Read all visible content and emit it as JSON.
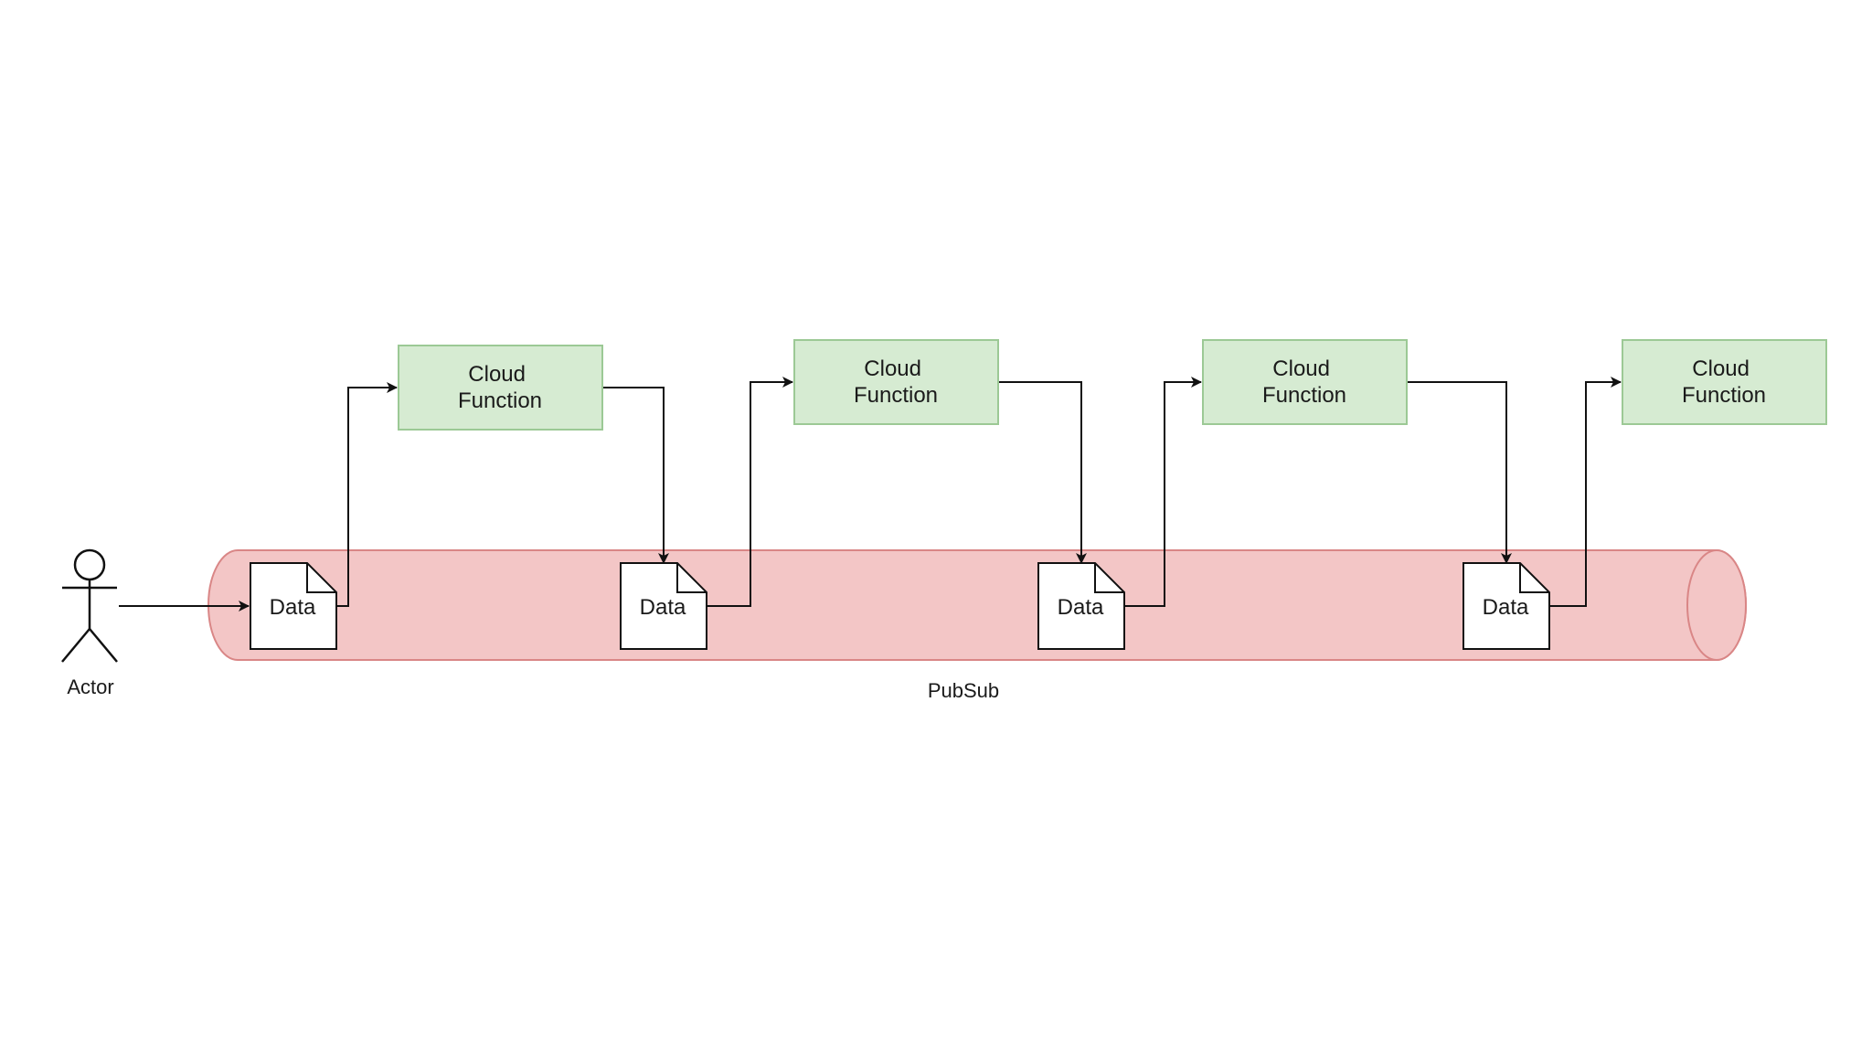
{
  "actor": {
    "label": "Actor"
  },
  "pipe": {
    "label": "PubSub",
    "fill": "#f3c6c6",
    "stroke": "#d98686"
  },
  "function_style": {
    "fill": "#d6ebd2",
    "stroke": "#9cc995"
  },
  "functions": [
    {
      "line1": "Cloud",
      "line2": "Function"
    },
    {
      "line1": "Cloud",
      "line2": "Function"
    },
    {
      "line1": "Cloud",
      "line2": "Function"
    },
    {
      "line1": "Cloud",
      "line2": "Function"
    }
  ],
  "messages": [
    {
      "label": "Data"
    },
    {
      "label": "Data"
    },
    {
      "label": "Data"
    },
    {
      "label": "Data"
    }
  ]
}
